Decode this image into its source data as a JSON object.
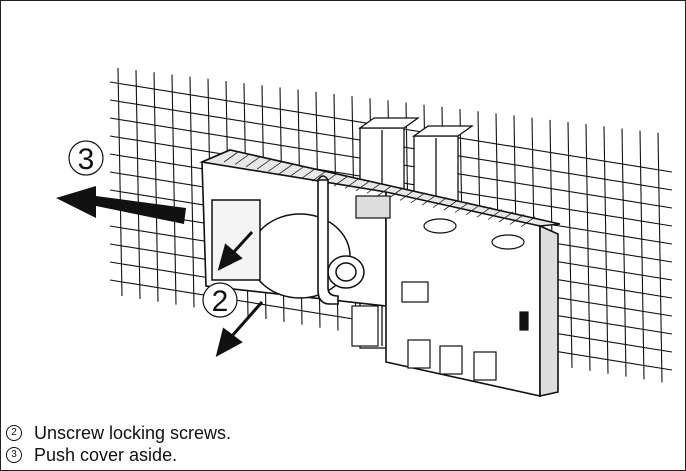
{
  "figure": {
    "callouts": [
      {
        "id": "callout-2",
        "label": "2"
      },
      {
        "id": "callout-3",
        "label": "3"
      }
    ]
  },
  "legend": {
    "items": [
      {
        "marker": "2",
        "text": "Unscrew locking screws."
      },
      {
        "marker": "3",
        "text": "Push cover aside."
      }
    ]
  },
  "colors": {
    "line": "#111111",
    "arrow": "#111111",
    "background": "#ffffff"
  }
}
